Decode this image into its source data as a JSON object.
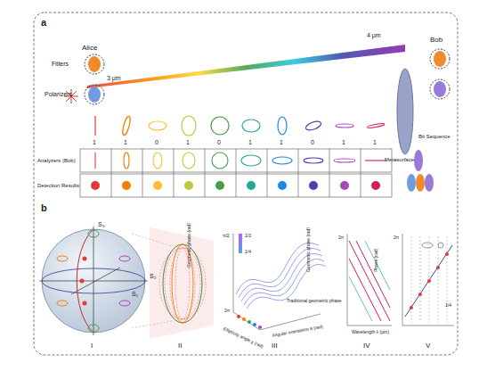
{
  "diagram": {
    "labels": [
      "a",
      "Alice",
      "Filters",
      "Polarizers",
      "3 μm",
      "4 μm",
      "Bob",
      "Metasurface",
      "1",
      "1",
      "0",
      "1",
      "0",
      "1",
      "1",
      "0",
      "1",
      "1",
      "Bit Sequence",
      "Analyzers (Bob)",
      "Detection Results",
      "b",
      "S₃",
      "S₁",
      "S₂",
      "I",
      "II",
      "III",
      "IV",
      "V",
      "Geometric phase (rad)",
      "Ellipticity angle χ (rad)",
      "Angular orientation θ (rad)",
      "Traditional geometric phase",
      "π/2",
      "2π",
      "1/3",
      "1/4",
      "Geometric phase (rad)",
      "Wavelength λ (μm)",
      "2π",
      "Phase (rad)",
      "2π",
      "1/4"
    ]
  }
}
